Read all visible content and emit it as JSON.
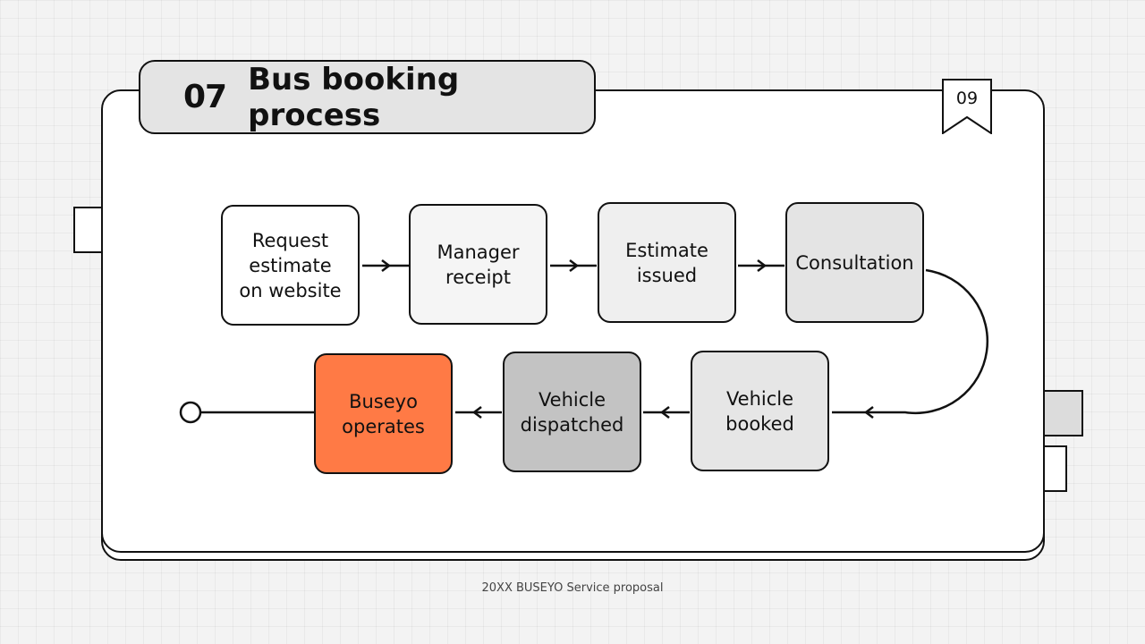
{
  "slide": {
    "number": "07",
    "title": "Bus booking process",
    "page": "09",
    "footer": "20XX BUSEYO Service proposal"
  },
  "steps": [
    {
      "label": "Request\nestimate\non website",
      "fill": "#ffffff"
    },
    {
      "label": "Manager\nreceipt",
      "fill": "#f5f5f5"
    },
    {
      "label": "Estimate\nissued",
      "fill": "#efefef"
    },
    {
      "label": "Consultation",
      "fill": "#e4e4e4"
    },
    {
      "label": "Vehicle\nbooked",
      "fill": "#e6e6e6"
    },
    {
      "label": "Vehicle\ndispatched",
      "fill": "#c3c3c3"
    },
    {
      "label": "Buseyo\noperates",
      "fill": "#ff7a45"
    }
  ],
  "colors": {
    "accent": "#ff7a45",
    "line": "#111111",
    "title_fill": "#e4e4e4"
  }
}
